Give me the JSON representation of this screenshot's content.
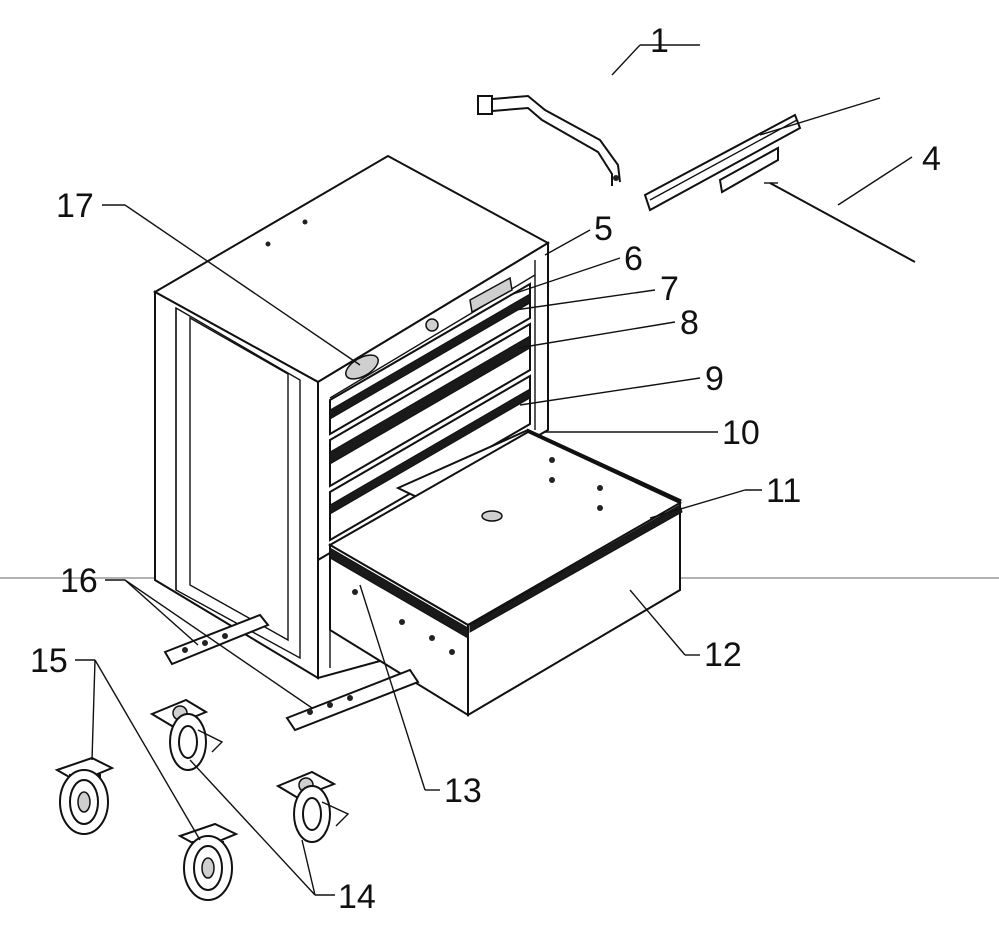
{
  "callouts": [
    {
      "id": "1",
      "label": "1"
    },
    {
      "id": "4",
      "label": "4"
    },
    {
      "id": "5",
      "label": "5"
    },
    {
      "id": "6",
      "label": "6"
    },
    {
      "id": "7",
      "label": "7"
    },
    {
      "id": "8",
      "label": "8"
    },
    {
      "id": "9",
      "label": "9"
    },
    {
      "id": "10",
      "label": "10"
    },
    {
      "id": "11",
      "label": "11"
    },
    {
      "id": "12",
      "label": "12"
    },
    {
      "id": "13",
      "label": "13"
    },
    {
      "id": "14",
      "label": "14"
    },
    {
      "id": "15",
      "label": "15"
    },
    {
      "id": "16",
      "label": "16"
    },
    {
      "id": "17",
      "label": "17"
    }
  ]
}
